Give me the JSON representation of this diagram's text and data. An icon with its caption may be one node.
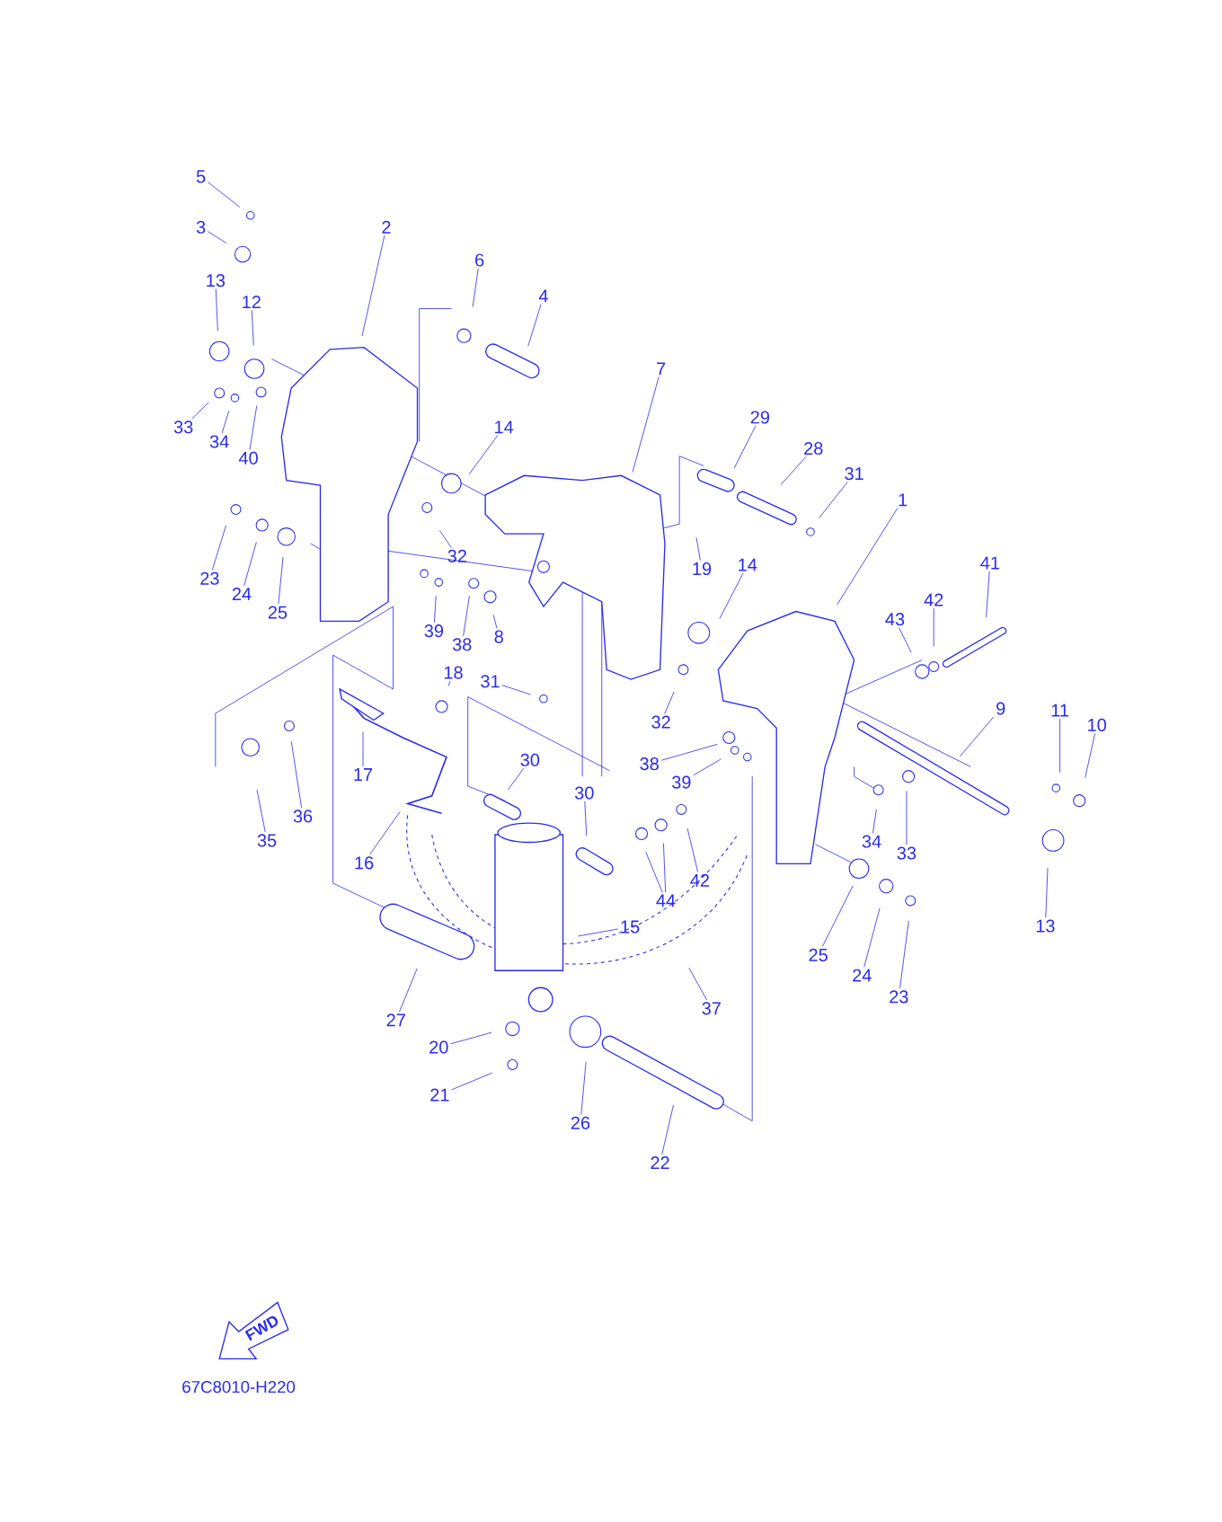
{
  "diagram": {
    "nodes": [
      {
        "text": [
          "5"
        ]
      },
      {
        "text": [
          "3"
        ]
      },
      {
        "text": [
          "2"
        ]
      },
      {
        "text": [
          "6"
        ]
      },
      {
        "text": [
          "4"
        ]
      },
      {
        "text": [
          "13"
        ]
      },
      {
        "text": [
          "12"
        ]
      },
      {
        "text": [
          "33"
        ]
      },
      {
        "text": [
          "34"
        ]
      },
      {
        "text": [
          "40"
        ]
      },
      {
        "text": [
          "14"
        ]
      },
      {
        "text": [
          "7"
        ]
      },
      {
        "text": [
          "29"
        ]
      },
      {
        "text": [
          "28"
        ]
      },
      {
        "text": [
          "31"
        ]
      },
      {
        "text": [
          "1"
        ]
      },
      {
        "text": [
          "19"
        ]
      },
      {
        "text": [
          "14"
        ]
      },
      {
        "text": [
          "23"
        ]
      },
      {
        "text": [
          "24"
        ]
      },
      {
        "text": [
          "25"
        ]
      },
      {
        "text": [
          "32"
        ]
      },
      {
        "text": [
          "39"
        ]
      },
      {
        "text": [
          "38"
        ]
      },
      {
        "text": [
          "8"
        ]
      },
      {
        "text": [
          "41"
        ]
      },
      {
        "text": [
          "42"
        ]
      },
      {
        "text": [
          "43"
        ]
      },
      {
        "text": [
          "18"
        ]
      },
      {
        "text": [
          "31"
        ]
      },
      {
        "text": [
          "32"
        ]
      },
      {
        "text": [
          "9"
        ]
      },
      {
        "text": [
          "11"
        ]
      },
      {
        "text": [
          "10"
        ]
      },
      {
        "text": [
          "17"
        ]
      },
      {
        "text": [
          "38"
        ]
      },
      {
        "text": [
          "39"
        ]
      },
      {
        "text": [
          "30"
        ]
      },
      {
        "text": [
          "30"
        ]
      },
      {
        "text": [
          "36"
        ]
      },
      {
        "text": [
          "35"
        ]
      },
      {
        "text": [
          "16"
        ]
      },
      {
        "text": [
          "34"
        ]
      },
      {
        "text": [
          "33"
        ]
      },
      {
        "text": [
          "42"
        ]
      },
      {
        "text": [
          "44"
        ]
      },
      {
        "text": [
          "15"
        ]
      },
      {
        "text": [
          "13"
        ]
      },
      {
        "text": [
          "25"
        ]
      },
      {
        "text": [
          "24"
        ]
      },
      {
        "text": [
          "23"
        ]
      },
      {
        "text": [
          "27"
        ]
      },
      {
        "text": [
          "37"
        ]
      },
      {
        "text": [
          "20"
        ]
      },
      {
        "text": [
          "21"
        ]
      },
      {
        "text": [
          "26"
        ]
      },
      {
        "text": [
          "22"
        ]
      }
    ],
    "edges": [
      {
        "from": 0,
        "to": null,
        "arrow": "none"
      },
      {
        "from": 1,
        "to": null,
        "arrow": "none"
      },
      {
        "from": 2,
        "to": null,
        "arrow": "none"
      },
      {
        "from": 3,
        "to": null,
        "arrow": "none"
      },
      {
        "from": 4,
        "to": null,
        "arrow": "none"
      },
      {
        "from": 5,
        "to": null,
        "arrow": "none"
      },
      {
        "from": 6,
        "to": null,
        "arrow": "none"
      },
      {
        "from": 7,
        "to": null,
        "arrow": "none"
      },
      {
        "from": 8,
        "to": null,
        "arrow": "none"
      },
      {
        "from": 9,
        "to": null,
        "arrow": "none"
      },
      {
        "from": 10,
        "to": null,
        "arrow": "none"
      },
      {
        "from": 11,
        "to": null,
        "arrow": "none"
      },
      {
        "from": 12,
        "to": null,
        "arrow": "none"
      },
      {
        "from": 13,
        "to": null,
        "arrow": "none"
      },
      {
        "from": 14,
        "to": null,
        "arrow": "none"
      },
      {
        "from": 15,
        "to": null,
        "arrow": "none"
      },
      {
        "from": 16,
        "to": null,
        "arrow": "none"
      },
      {
        "from": 17,
        "to": null,
        "arrow": "none"
      },
      {
        "from": 18,
        "to": null,
        "arrow": "none"
      },
      {
        "from": 19,
        "to": null,
        "arrow": "none"
      },
      {
        "from": 20,
        "to": null,
        "arrow": "none"
      },
      {
        "from": 21,
        "to": null,
        "arrow": "none"
      },
      {
        "from": 22,
        "to": null,
        "arrow": "none"
      },
      {
        "from": 23,
        "to": null,
        "arrow": "none"
      },
      {
        "from": 24,
        "to": null,
        "arrow": "none"
      },
      {
        "from": 25,
        "to": null,
        "arrow": "none"
      },
      {
        "from": 26,
        "to": null,
        "arrow": "none"
      },
      {
        "from": 27,
        "to": null,
        "arrow": "none"
      },
      {
        "from": 28,
        "to": null,
        "arrow": "none"
      },
      {
        "from": 29,
        "to": null,
        "arrow": "none"
      },
      {
        "from": 30,
        "to": null,
        "arrow": "none"
      },
      {
        "from": 31,
        "to": null,
        "arrow": "none"
      },
      {
        "from": 32,
        "to": null,
        "arrow": "none"
      },
      {
        "from": 33,
        "to": null,
        "arrow": "none"
      },
      {
        "from": 34,
        "to": null,
        "arrow": "none"
      },
      {
        "from": 35,
        "to": null,
        "arrow": "none"
      },
      {
        "from": 36,
        "to": null,
        "arrow": "none"
      },
      {
        "from": 37,
        "to": null,
        "arrow": "none"
      },
      {
        "from": 38,
        "to": null,
        "arrow": "none"
      },
      {
        "from": 39,
        "to": null,
        "arrow": "none"
      },
      {
        "from": 40,
        "to": null,
        "arrow": "none"
      },
      {
        "from": 41,
        "to": null,
        "arrow": "none"
      },
      {
        "from": 42,
        "to": null,
        "arrow": "none"
      },
      {
        "from": 43,
        "to": null,
        "arrow": "none"
      },
      {
        "from": 44,
        "to": null,
        "arrow": "none"
      },
      {
        "from": 45,
        "to": null,
        "arrow": "none"
      },
      {
        "from": 45,
        "to": null,
        "arrow": "none"
      },
      {
        "from": 46,
        "to": null,
        "arrow": "none"
      },
      {
        "from": 47,
        "to": null,
        "arrow": "none"
      },
      {
        "from": 48,
        "to": null,
        "arrow": "none"
      },
      {
        "from": 49,
        "to": null,
        "arrow": "none"
      },
      {
        "from": 50,
        "to": null,
        "arrow": "none"
      },
      {
        "from": 51,
        "to": null,
        "arrow": "none"
      },
      {
        "from": 52,
        "to": null,
        "arrow": "none"
      },
      {
        "from": 53,
        "to": null,
        "arrow": "none"
      },
      {
        "from": 54,
        "to": null,
        "arrow": "none"
      },
      {
        "from": 55,
        "to": null,
        "arrow": "none"
      },
      {
        "from": 56,
        "to": null,
        "arrow": "none"
      }
    ],
    "labels": [
      "FWD",
      "67C8010-H220"
    ]
  }
}
